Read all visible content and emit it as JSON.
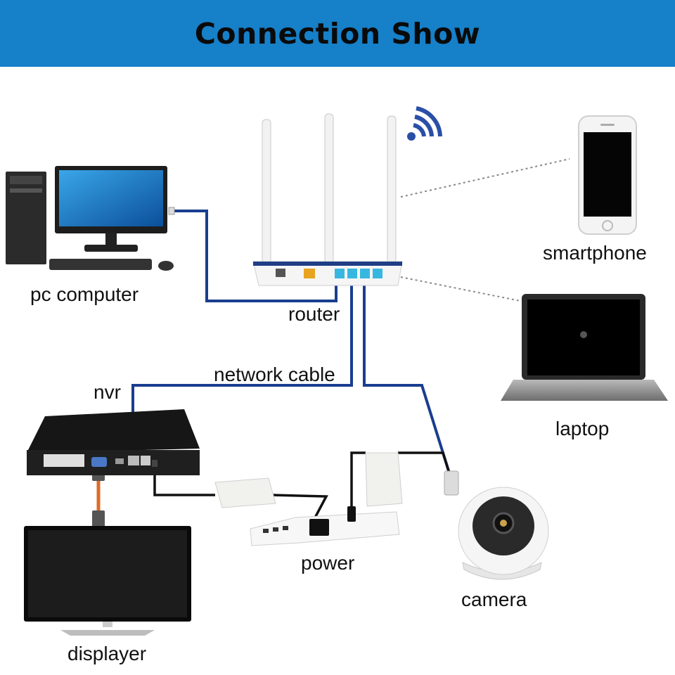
{
  "header": {
    "title": "Connection Show"
  },
  "labels": {
    "pc": "pc computer",
    "router": "router",
    "network_cable": "network cable",
    "nvr": "nvr",
    "smartphone": "smartphone",
    "laptop": "laptop",
    "power": "power",
    "camera": "camera",
    "displayer": "displayer"
  },
  "colors": {
    "banner": "#1680c9",
    "cable": "#1a3e8f",
    "power_cable": "#111111",
    "wifi": "#2a4fa8"
  }
}
